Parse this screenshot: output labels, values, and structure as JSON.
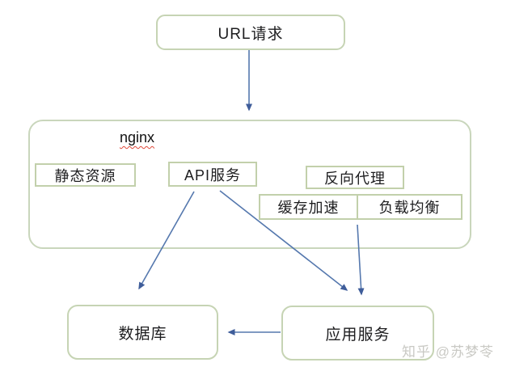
{
  "diagram": {
    "title_box": "URL请求",
    "nginx": {
      "label": "nginx",
      "boxes": {
        "static_resources": "静态资源",
        "api_service": "API服务",
        "reverse_proxy": "反向代理",
        "cache_acceleration": "缓存加速",
        "load_balancing": "负载均衡"
      }
    },
    "bottom": {
      "database": "数据库",
      "app_service": "应用服务"
    },
    "watermark": "知乎 @苏梦苓",
    "colors": {
      "box_border_green": "#c6d4b4",
      "arrow_blue": "#5578ae",
      "text_black": "#1d1d1f",
      "watermark_gray": "#c9c9c4",
      "spellcheck_red": "#e0493a"
    }
  }
}
